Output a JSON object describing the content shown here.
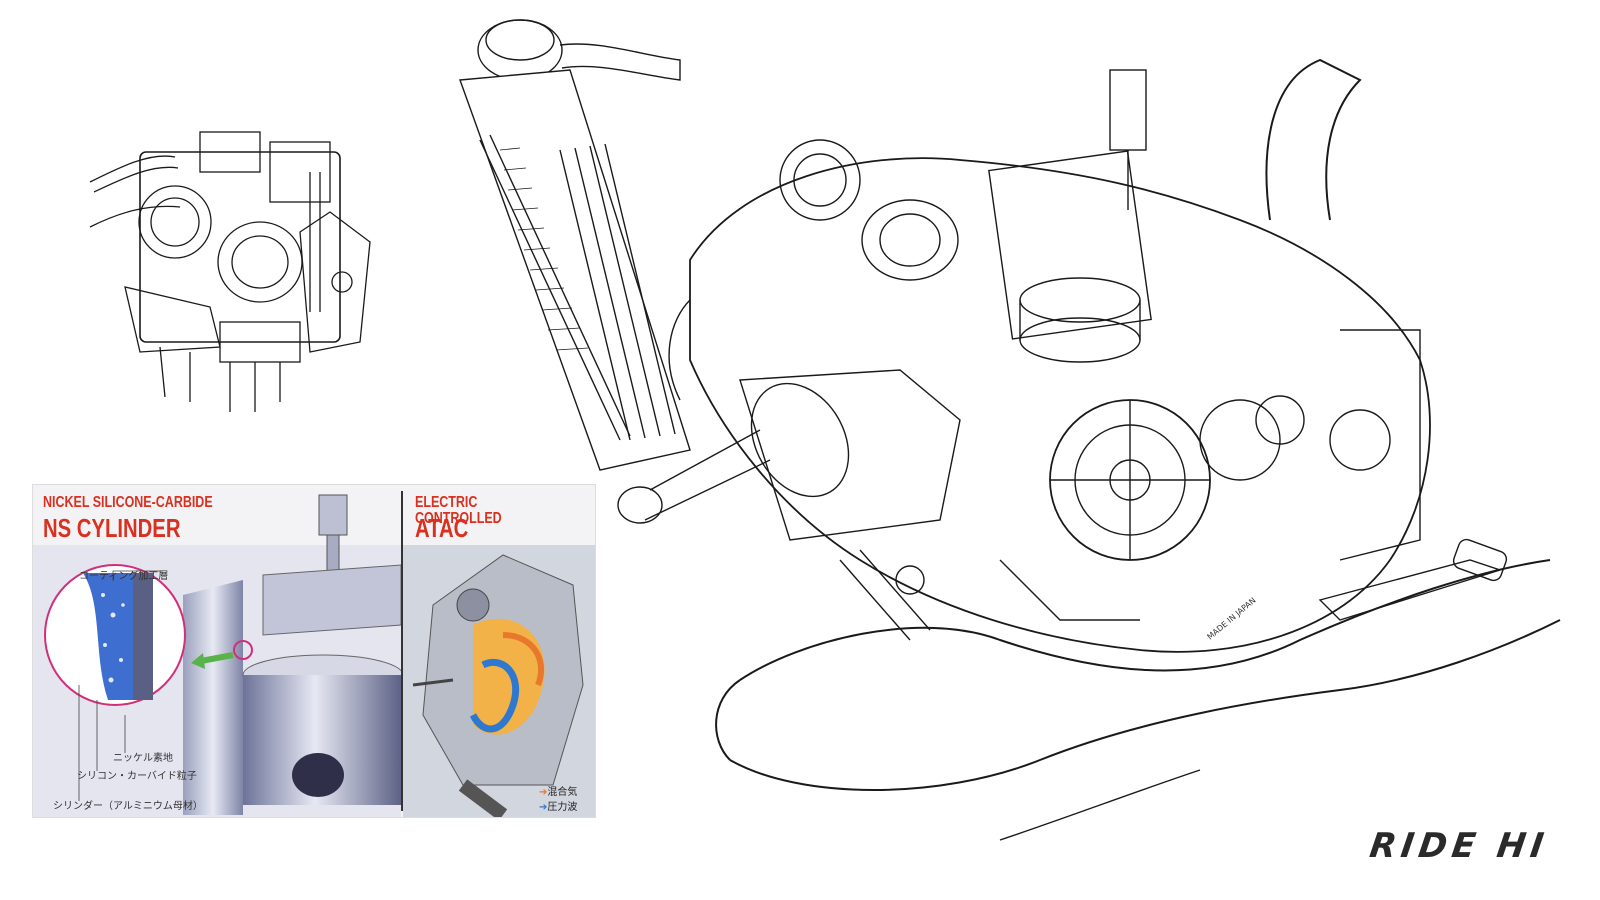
{
  "ns_panel": {
    "title_line1": "NICKEL SILICONE-CARBIDE",
    "title_line2": "NS CYLINDER",
    "labels": {
      "coating": "コーティング加工層",
      "nickel": "ニッケル素地",
      "silicon_carbide": "シリコン・カーバイド粒子",
      "cylinder": "シリンダー（アルミニウム母材）"
    }
  },
  "atac_panel": {
    "title_line1": "ELECTRIC CONTROLLED",
    "title_line2": "ATAC",
    "legend": [
      {
        "marker": "➔",
        "label": "混合気",
        "color": "#e8782b"
      },
      {
        "marker": "➔",
        "label": "圧力波",
        "color": "#2f78d0"
      }
    ]
  },
  "engine": {
    "stamp": "MADE IN JAPAN"
  },
  "logo": {
    "text": "RIDE HI"
  }
}
